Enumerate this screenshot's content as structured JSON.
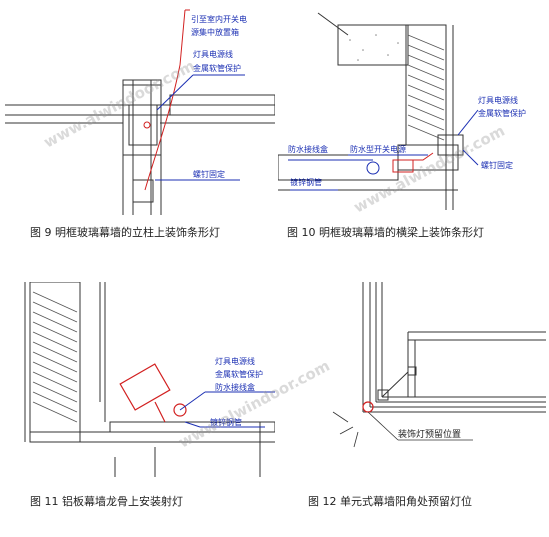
{
  "figures": [
    {
      "caption": "图 9  明框玻璃幕墙的立柱上装饰条形灯",
      "labels": [
        "引至室内开关电",
        "源集中放置箱",
        "灯具电源线",
        "金属软管保护",
        "螺钉固定"
      ]
    },
    {
      "caption": "图 10  明框玻璃幕墙的横梁上装饰条形灯",
      "labels": [
        "灯具电源线",
        "金属软管保护",
        "防水接线盒",
        "防水型开关电源",
        "镀锌钢管",
        "螺钉固定"
      ]
    },
    {
      "caption": "图 11    铝板幕墙龙骨上安装射灯",
      "labels": [
        "灯具电源线",
        "金属软管保护",
        "防水接线盒",
        "镀锌钢管"
      ]
    },
    {
      "caption": "图 12    单元式幕墙阳角处预留灯位",
      "labels": [
        "装饰灯预留位置"
      ]
    }
  ],
  "watermark": "www.alwindoor.com",
  "colors": {
    "annotation": "#1b2fb3",
    "leader": "#d22020",
    "line": "#333333",
    "hatch": "#555555"
  }
}
